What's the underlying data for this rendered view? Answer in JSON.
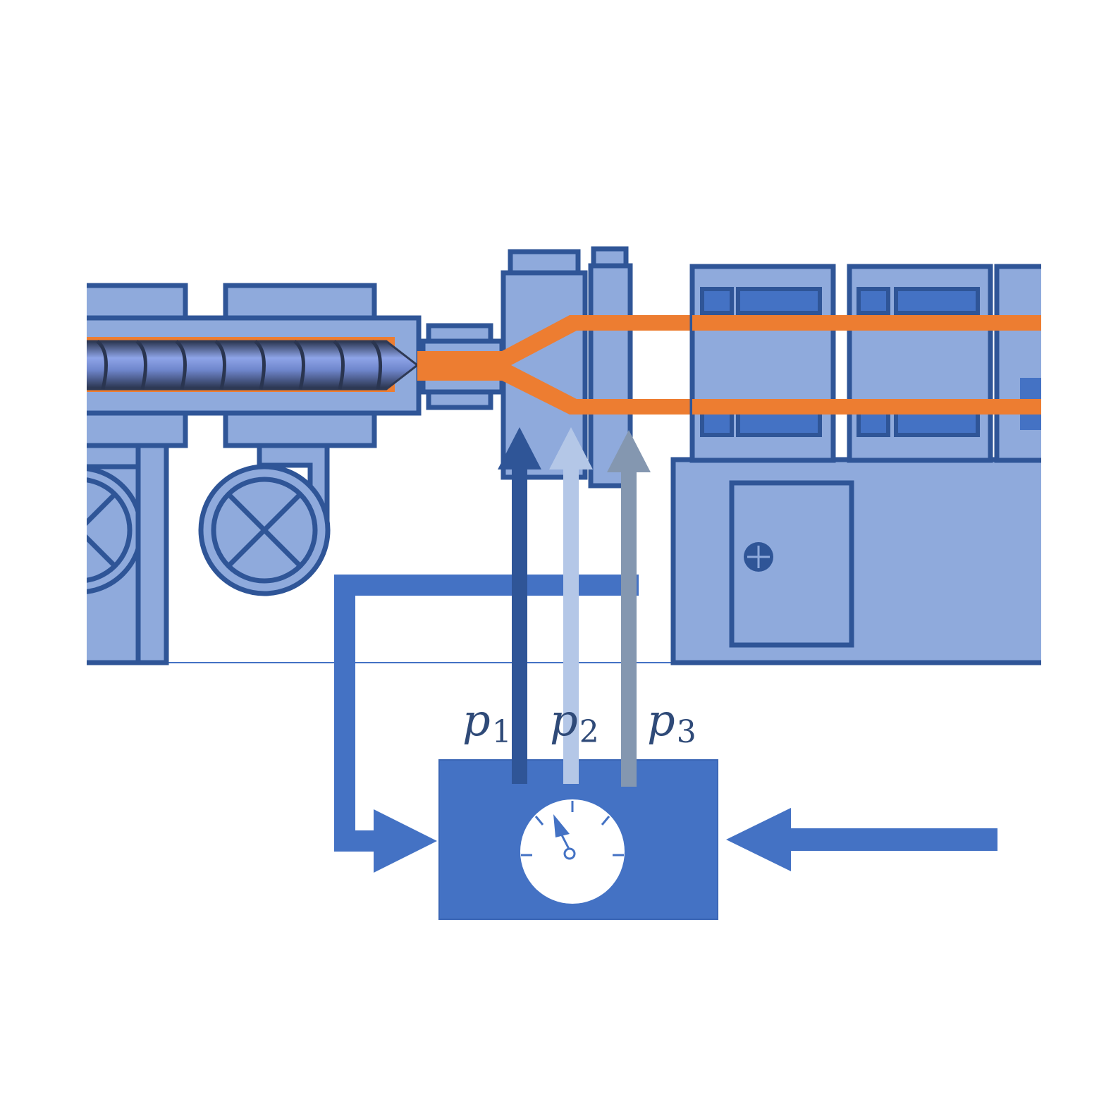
{
  "colors": {
    "machine_fill": "#8faadc",
    "machine_stroke": "#2f5597",
    "accent_blue": "#4472c4",
    "melt_orange": "#ed7d31",
    "arrow_p1": "#2f5597",
    "arrow_p2": "#b4c7e7",
    "arrow_p3": "#8497b0",
    "label_color": "#2f4a78"
  },
  "labels": {
    "p1": {
      "base": "p",
      "sub": "1"
    },
    "p2": {
      "base": "p",
      "sub": "2"
    },
    "p3": {
      "base": "p",
      "sub": "3"
    }
  },
  "icons": {
    "screw": "extruder-screw-icon",
    "gauge": "pressure-gauge-icon",
    "valve": "valve-cross-icon",
    "door_knob": "door-knob-icon"
  }
}
